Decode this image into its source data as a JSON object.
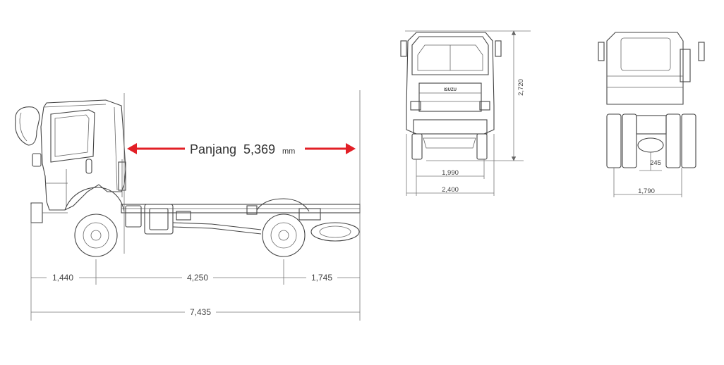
{
  "side_view": {
    "length_label": "Panjang",
    "length_value": "5,369",
    "length_unit": "mm",
    "front_overhang": "1,440",
    "wheelbase": "4,250",
    "rear_overhang": "1,745",
    "overall_length": "7,435"
  },
  "front_view": {
    "overall_height": "2,720",
    "front_tread": "1,990",
    "overall_width": "2,400"
  },
  "rear_view": {
    "ground_clearance": "245",
    "rear_tread": "1,790"
  },
  "colors": {
    "arrow": "#e21f26",
    "line": "#444444",
    "background": "#ffffff"
  }
}
